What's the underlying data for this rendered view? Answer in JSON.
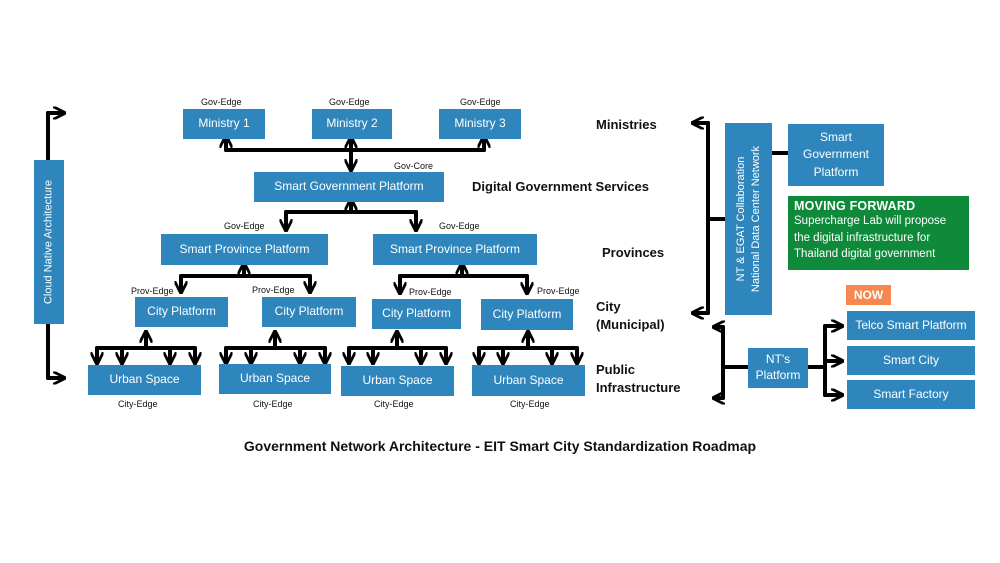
{
  "title": "Government Network Architecture - EIT Smart City Standardization Roadmap",
  "left_axis": {
    "label": "Cloud Native Architecture"
  },
  "ministries": [
    {
      "label": "Ministry 1",
      "edge": "Gov-Edge"
    },
    {
      "label": "Ministry 2",
      "edge": "Gov-Edge"
    },
    {
      "label": "Ministry 3",
      "edge": "Gov-Edge"
    }
  ],
  "core": {
    "label": "Smart Government Platform",
    "edge": "Gov-Core"
  },
  "provinces": [
    {
      "label": "Smart Province Platform",
      "edge": "Gov-Edge"
    },
    {
      "label": "Smart Province Platform",
      "edge": "Gov-Edge"
    }
  ],
  "cities": [
    {
      "label": "City Platform",
      "edge": "Prov-Edge"
    },
    {
      "label": "City Platform",
      "edge": "Prov-Edge"
    },
    {
      "label": "City Platform",
      "edge": "Prov-Edge"
    },
    {
      "label": "City Platform",
      "edge": "Prov-Edge"
    }
  ],
  "urban": [
    {
      "label": "Urban Space",
      "edge": "City-Edge"
    },
    {
      "label": "Urban Space",
      "edge": "City-Edge"
    },
    {
      "label": "Urban Space",
      "edge": "City-Edge"
    },
    {
      "label": "Urban Space",
      "edge": "City-Edge"
    }
  ],
  "levels": {
    "ministries": "Ministries",
    "dgs": "Digital Government Services",
    "provinces": "Provinces",
    "city_1": "City",
    "city_2": "(Municipal)",
    "public_1": "Public",
    "public_2": "Infrastructure"
  },
  "collab": {
    "line1": "NT & EGAT Collaboration",
    "line2": "National Data Center Network"
  },
  "sgp_right": {
    "line1": "Smart",
    "line2": "Government",
    "line3": "Platform"
  },
  "moving_forward": {
    "heading": "MOVING FORWARD",
    "line1": "Supercharge Lab will propose",
    "line2": "the digital infrastructure for",
    "line3": "Thailand digital government"
  },
  "now_badge": "NOW",
  "nt_platform": {
    "line1": "NT's",
    "line2": "Platform"
  },
  "now_items": [
    "Telco Smart Platform",
    "Smart City",
    "Smart Factory"
  ],
  "colors": {
    "box": "#2e86bd",
    "green": "#0f8a3a",
    "orange": "#f5874f",
    "line": "#000000"
  }
}
